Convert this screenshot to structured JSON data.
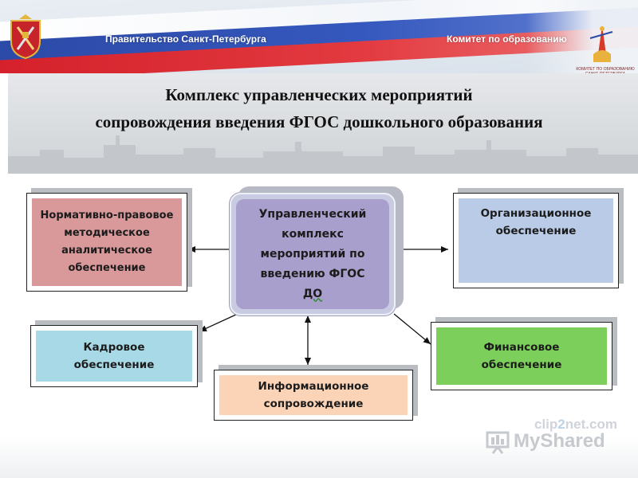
{
  "header": {
    "government": "Правительство Санкт-Петербурга",
    "committee": "Комитет по образованию",
    "logo_caption": "КОМИТЕТ ПО ОБРАЗОВАНИЮ САНКТ-ПЕТЕРБУРГА"
  },
  "title": {
    "line1": "Комплекс управленческих мероприятий",
    "line2": "сопровождения введения ФГОС дошкольного образования"
  },
  "center": {
    "lines": [
      "Управленческий",
      "комплекс",
      "мероприятий по",
      "введению  ФГОС"
    ],
    "last": "ДО",
    "color": "#a99fcc"
  },
  "boxes": {
    "normative": {
      "lines": [
        "Нормативно-правовое",
        "методическое",
        "аналитическое",
        "обеспечение"
      ],
      "color": "#d9999a"
    },
    "organizational": {
      "lines": [
        "Организационное",
        "обеспечение"
      ],
      "color": "#b9cbe6"
    },
    "staff": {
      "lines": [
        "Кадровое",
        "обеспечение"
      ],
      "color": "#a8d9e6"
    },
    "financial": {
      "lines": [
        "Финансовое",
        "обеспечение"
      ],
      "color": "#7ccf5a"
    },
    "information": {
      "lines": [
        "Информационное",
        "сопровождение"
      ],
      "color": "#fbd4b8"
    }
  },
  "watermark": {
    "clip": "clip2net.com",
    "myshared": "MyShared"
  }
}
